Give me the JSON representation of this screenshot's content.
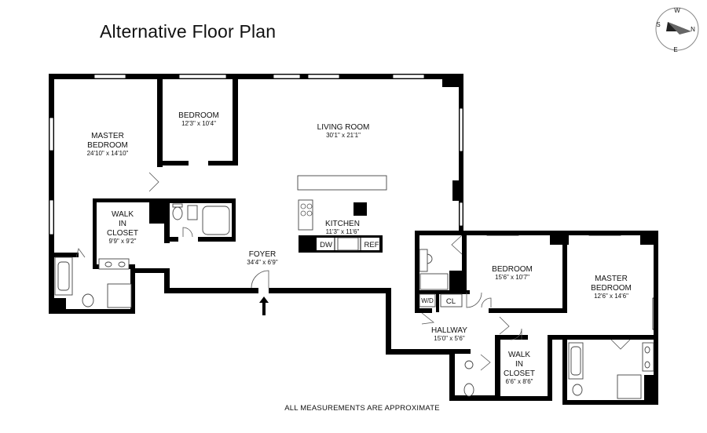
{
  "title": "Alternative Floor Plan",
  "compass": {
    "letters": [
      "N",
      "E",
      "S",
      "W"
    ]
  },
  "rooms": [
    {
      "id": "master-bedroom-1",
      "name_lines": [
        "MASTER",
        "BEDROOM"
      ],
      "dims": "24'10\" x 14'10\""
    },
    {
      "id": "bedroom-1",
      "name_lines": [
        "BEDROOM"
      ],
      "dims": "12'3\" x 10'4\""
    },
    {
      "id": "living-room",
      "name_lines": [
        "LIVING ROOM"
      ],
      "dims": "30'1\" x 21'1\""
    },
    {
      "id": "walk-in-closet-1",
      "name_lines": [
        "WALK",
        "IN",
        "CLOSET"
      ],
      "dims": "9'9\" x 9'2\""
    },
    {
      "id": "kitchen",
      "name_lines": [
        "KITCHEN"
      ],
      "dims": "11'3\" x 11'6\""
    },
    {
      "id": "foyer",
      "name_lines": [
        "FOYER"
      ],
      "dims": "34'4\" x 6'9\""
    },
    {
      "id": "bedroom-2",
      "name_lines": [
        "BEDROOM"
      ],
      "dims": "15'6\" x 10'7\""
    },
    {
      "id": "master-bedroom-2",
      "name_lines": [
        "MASTER",
        "BEDROOM"
      ],
      "dims": "12'6\" x 14'6\""
    },
    {
      "id": "hallway",
      "name_lines": [
        "HALLWAY"
      ],
      "dims": "15'0\" x 5'6\""
    },
    {
      "id": "walk-in-closet-2",
      "name_lines": [
        "WALK",
        "IN",
        "CLOSET"
      ],
      "dims": "6'6\" x 8'6\""
    }
  ],
  "appliances": {
    "dishwasher": "DW",
    "refrigerator": "REF",
    "washer_dryer": "W/D",
    "closet": "CL"
  },
  "footer": "ALL MEASUREMENTS ARE APPROXIMATE"
}
